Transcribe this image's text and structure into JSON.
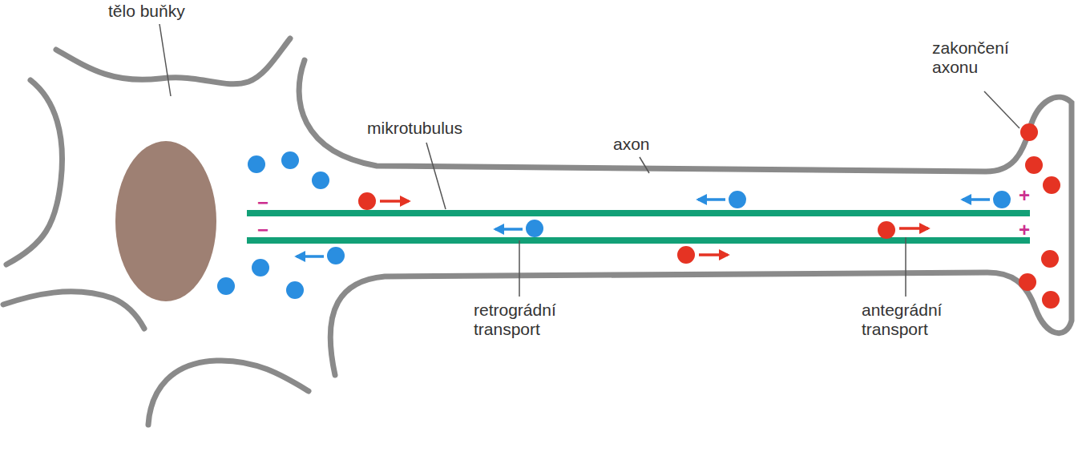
{
  "diagram": {
    "labels": [
      "tělo buňky",
      "zakončení axonu",
      "mikrotubulus",
      "axon",
      "retrográdní transport",
      "antegrádní transport",
      "−",
      "−",
      "+",
      "+"
    ]
  }
}
